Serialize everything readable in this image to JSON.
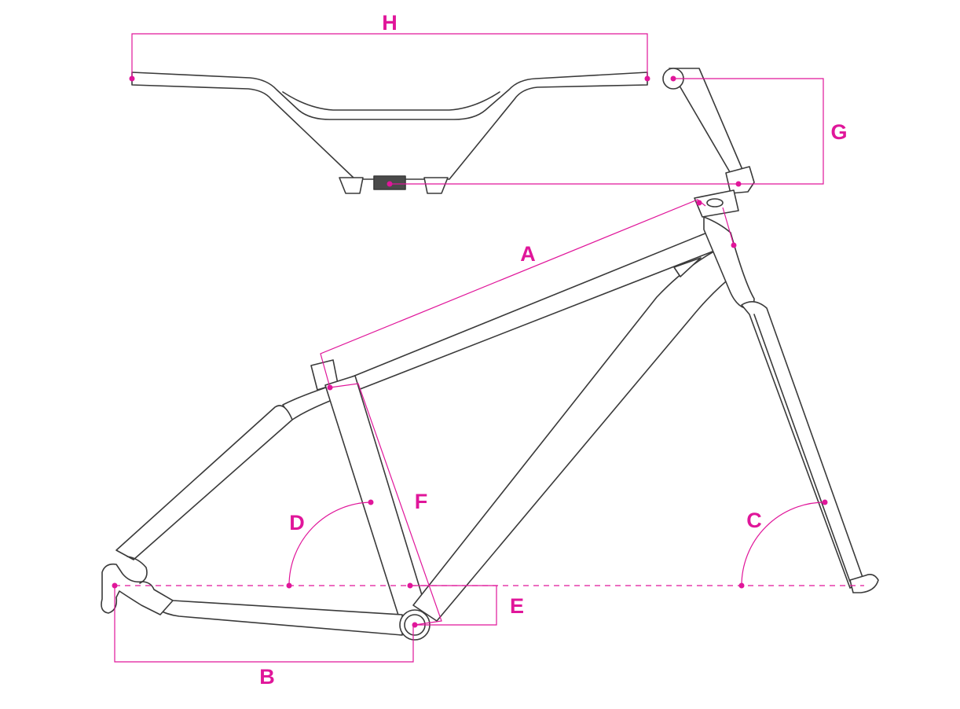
{
  "colors": {
    "accent": "#e0169a",
    "line": "#3a3a3a",
    "background": "#ffffff"
  },
  "labels": {
    "a": "A",
    "b": "B",
    "c": "C",
    "d": "D",
    "e": "E",
    "f": "F",
    "g": "G",
    "h": "H"
  }
}
